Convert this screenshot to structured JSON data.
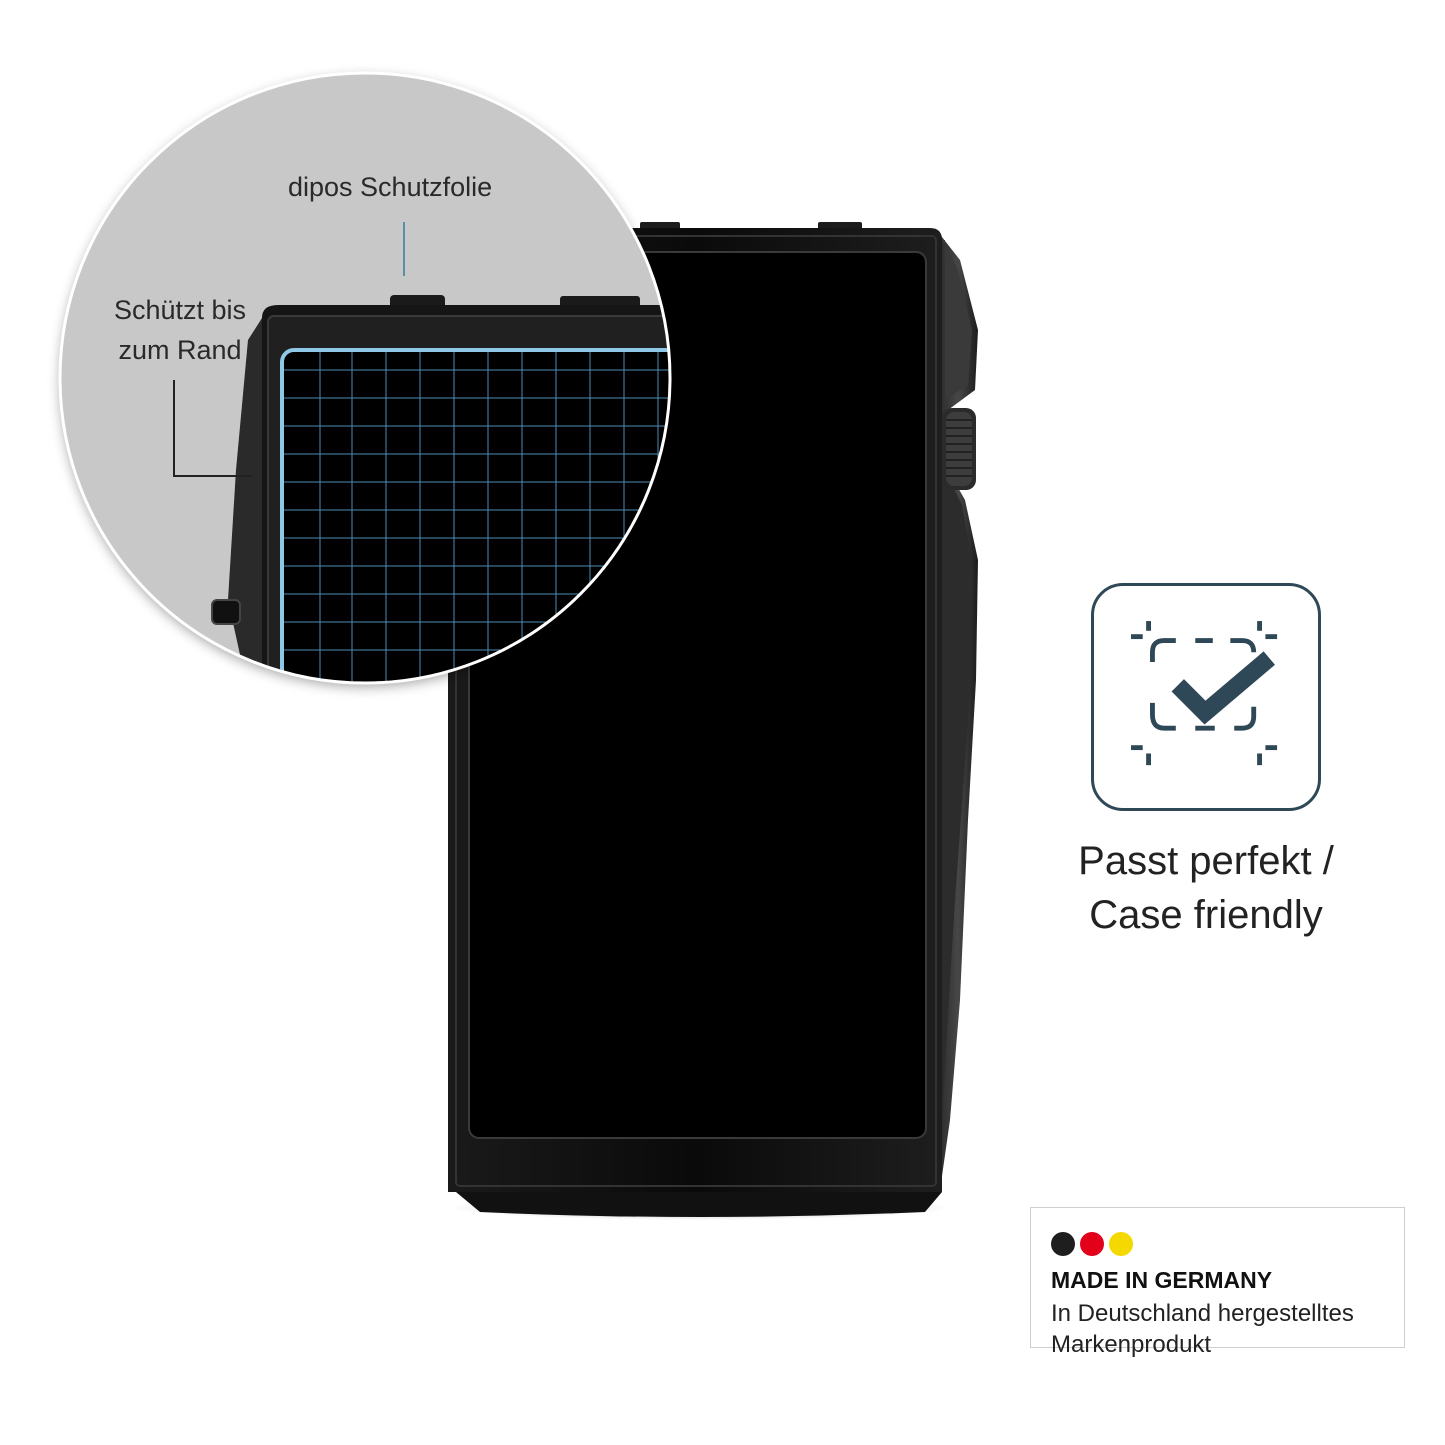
{
  "magnifier": {
    "film_label": "dipos Schutzfolie",
    "edge_label_line1": "Schützt bis",
    "edge_label_line2": "zum Rand"
  },
  "feature": {
    "icon": "frame-check-icon",
    "caption_line1": "Passt perfekt /",
    "caption_line2": "Case friendly"
  },
  "made_in_germany": {
    "title": "MADE IN GERMANY",
    "subtitle_line1": "In Deutschland hergestelltes",
    "subtitle_line2": "Markenprodukt",
    "flag_colors": [
      "#1e1e1e",
      "#e3001b",
      "#f5d800"
    ]
  },
  "colors": {
    "icon_stroke": "#2f4858",
    "film_edge": "#8fc7e6",
    "grid_line": "#5aa7d6",
    "magnifier_bg": "#c8c8c8"
  }
}
